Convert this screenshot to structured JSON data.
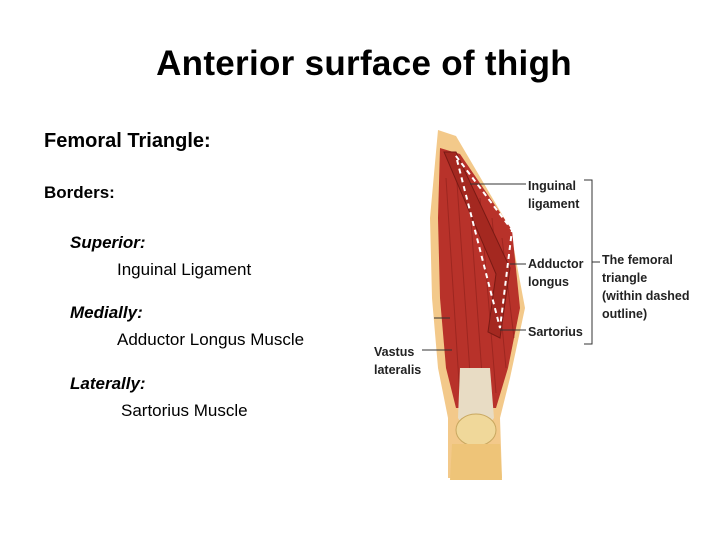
{
  "slide": {
    "title": "Anterior surface of thigh",
    "heading": "Femoral Triangle:",
    "borders_label": "Borders:",
    "borders": [
      {
        "term": "Superior:",
        "value": "Inguinal Ligament"
      },
      {
        "term": "Medially:",
        "value": "Adductor Longus Muscle"
      },
      {
        "term": "Laterally:",
        "value": "Sartorius Muscle"
      }
    ]
  },
  "figure": {
    "labels": {
      "inguinal_line1": "Inguinal",
      "inguinal_line2": "ligament",
      "adductor_line1": "Adductor",
      "adductor_line2": "longus",
      "sartorius": "Sartorius",
      "vastus_line1": "Vastus",
      "vastus_line2": "lateralis",
      "femoral_line1": "The femoral",
      "femoral_line2": "triangle",
      "femoral_line3": "(within dashed",
      "femoral_line4": "outline)"
    },
    "colors": {
      "muscle": "#b8322a",
      "muscle_dark": "#8c1f1a",
      "tendon": "#e8dcc4",
      "skin": "#f3c98a",
      "bone": "#f0d89a"
    }
  }
}
